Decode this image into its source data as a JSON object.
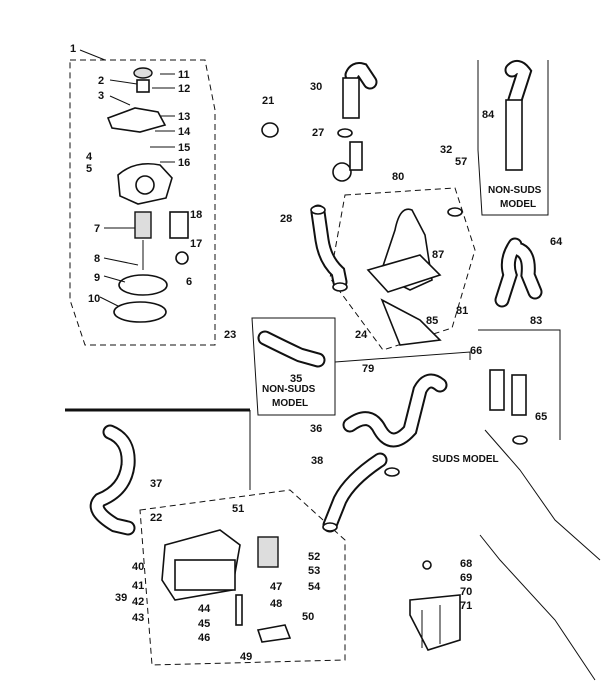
{
  "diagram": {
    "callouts": [
      "1",
      "2",
      "3",
      "4",
      "5",
      "6",
      "7",
      "8",
      "9",
      "10",
      "11",
      "12",
      "13",
      "14",
      "15",
      "16",
      "17",
      "18",
      "21",
      "22",
      "23",
      "24",
      "27",
      "28",
      "30",
      "32",
      "35",
      "36",
      "37",
      "38",
      "39",
      "40",
      "41",
      "42",
      "43",
      "44",
      "45",
      "46",
      "47",
      "48",
      "49",
      "50",
      "51",
      "52",
      "53",
      "54",
      "57",
      "64",
      "65",
      "66",
      "68",
      "69",
      "70",
      "71",
      "79",
      "80",
      "81",
      "83",
      "84",
      "85",
      "87"
    ],
    "notes": {
      "non_suds_model_a": "NON-SUDS\nMODEL",
      "non_suds_model_b": "NON-SUDS\nMODEL",
      "suds_model": "SUDS MODEL"
    }
  }
}
